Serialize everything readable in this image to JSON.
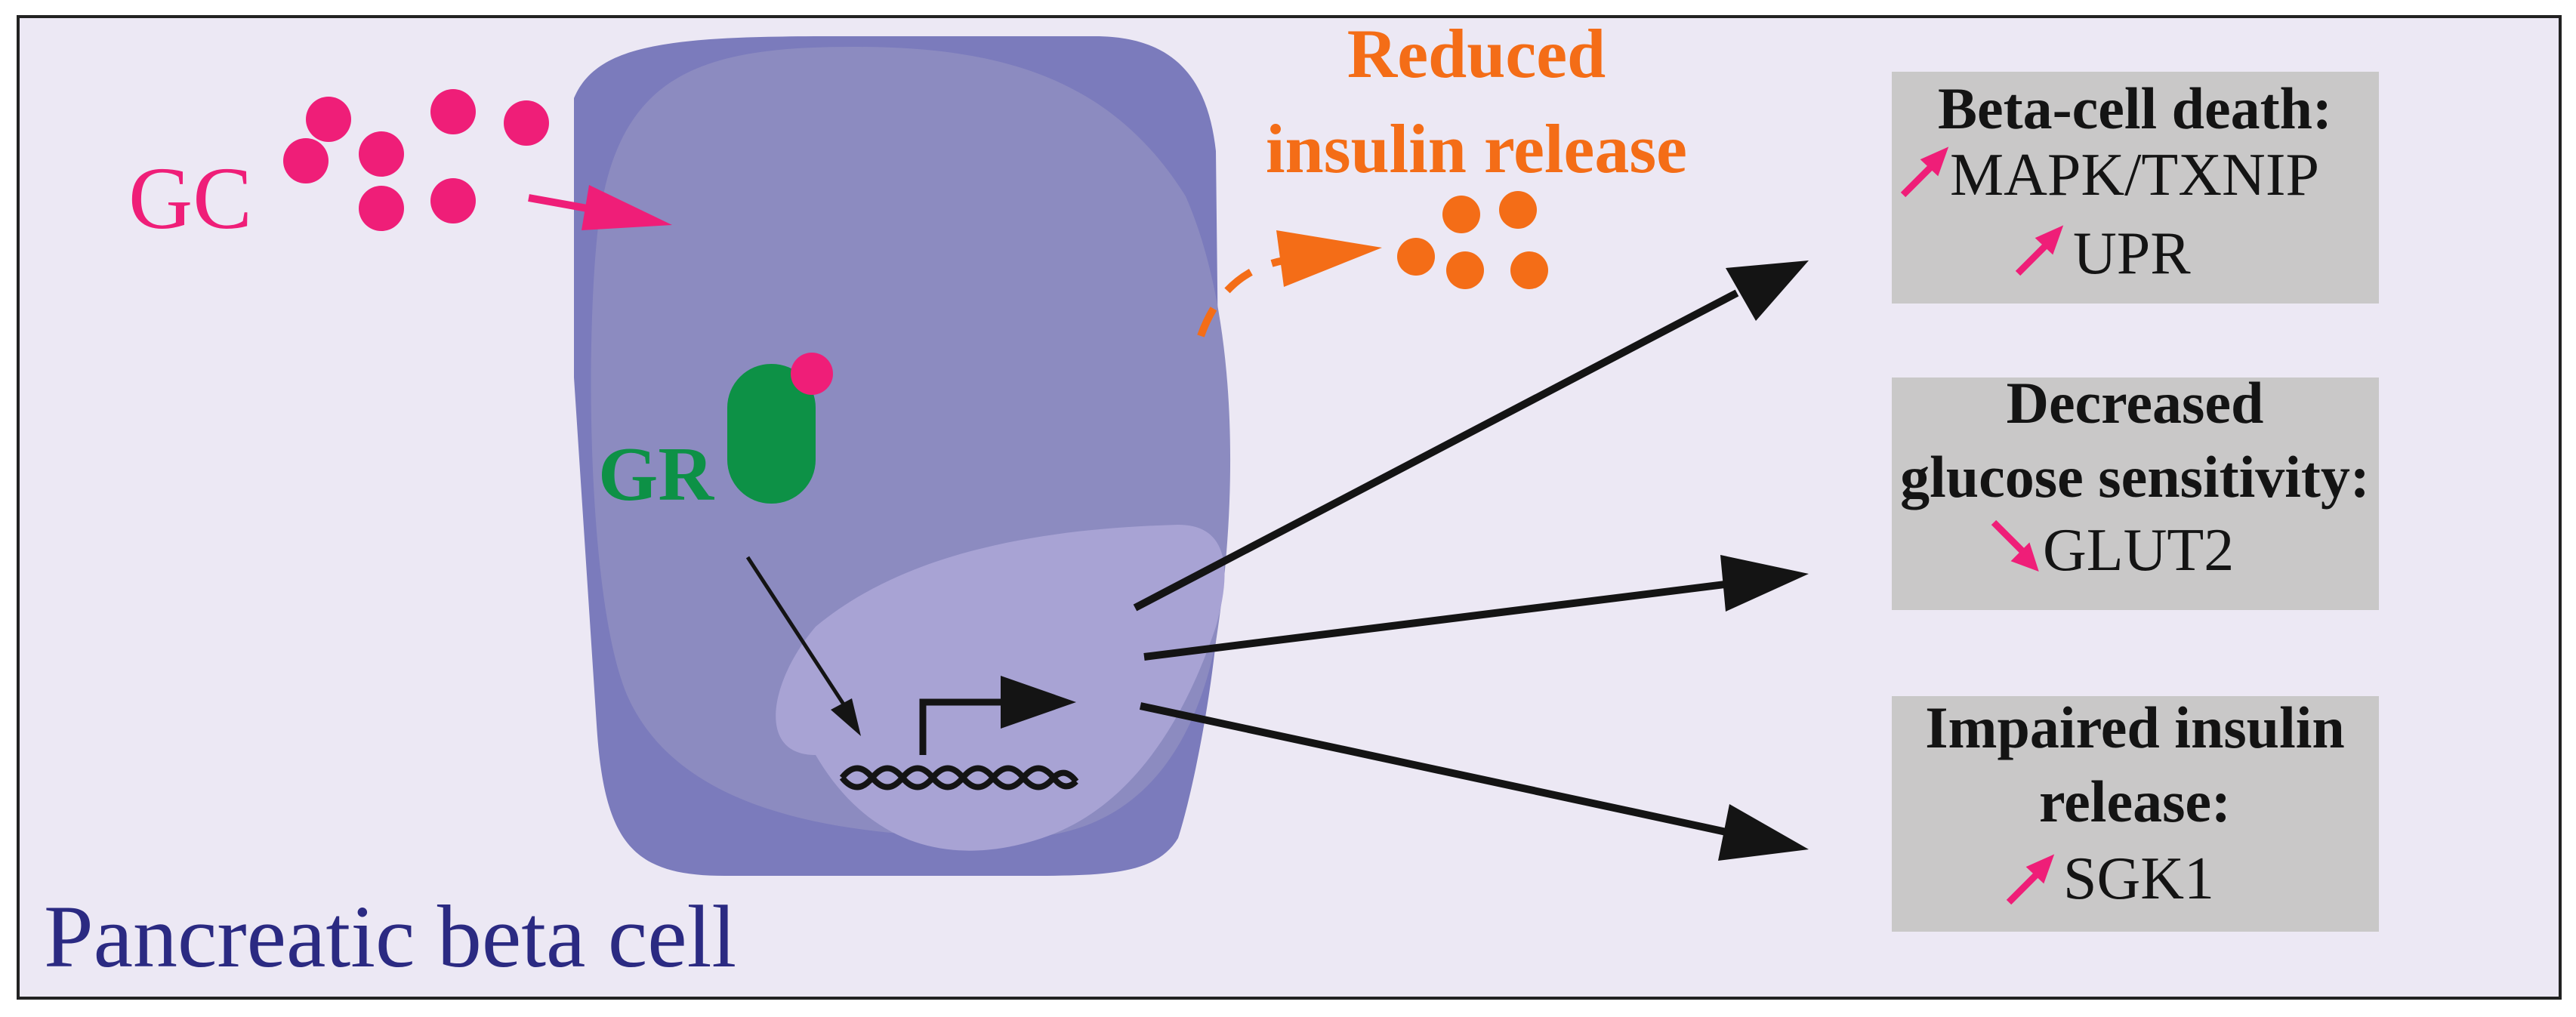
{
  "cell_label": "Pancreatic beta cell",
  "gc_label": "GC",
  "gr_label": "GR",
  "reduced_release": {
    "line1": "Reduced",
    "line2": "insulin release"
  },
  "effects": [
    {
      "title_lines": [
        "Beta-cell death:"
      ],
      "markers": [
        {
          "direction": "up",
          "text": "MAPK/TXNIP"
        },
        {
          "direction": "up",
          "text": "UPR"
        }
      ]
    },
    {
      "title_lines": [
        "Decreased",
        "glucose sensitivity:"
      ],
      "markers": [
        {
          "direction": "down",
          "text": "GLUT2"
        }
      ]
    },
    {
      "title_lines": [
        "Impaired insulin",
        "release:"
      ],
      "markers": [
        {
          "direction": "up",
          "text": "SGK1"
        }
      ]
    }
  ],
  "colors": {
    "background": "#ece8f4",
    "cell_outer": "#7b7bbc",
    "cell_inner": "#8c8bc0",
    "nucleus": "#a8a3d4",
    "gc": "#ef1e78",
    "receptor": "#0d9146",
    "insulin": "#f46d17",
    "arrow": "#141414",
    "box": "#c9c8c8",
    "label_blue": "#2b2a82"
  }
}
